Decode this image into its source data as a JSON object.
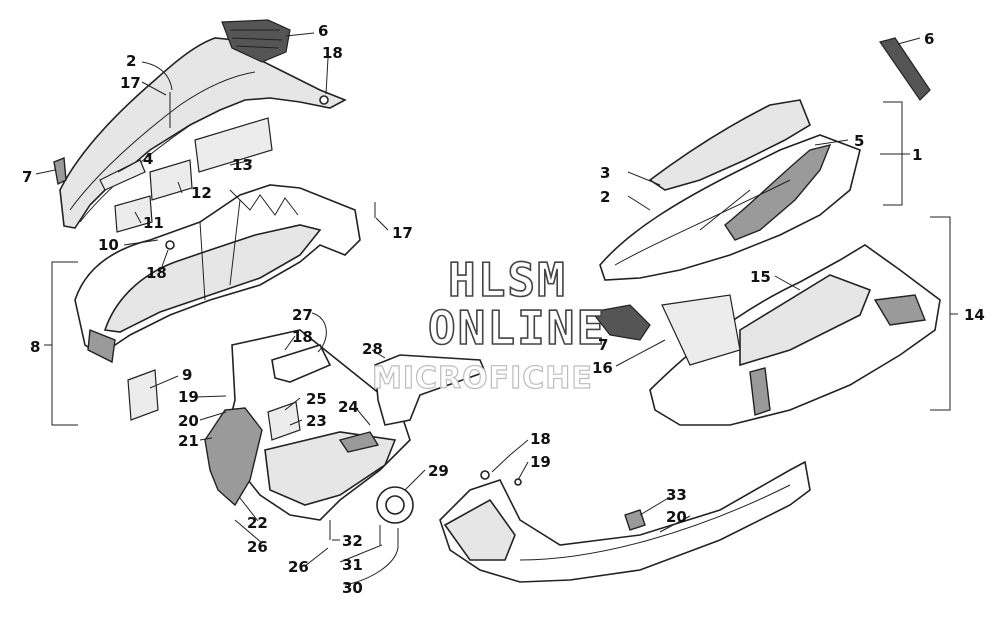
{
  "watermark": {
    "line1": "HLSM",
    "line2": "ONLINE",
    "line3": "MICROFICHE"
  },
  "callouts": {
    "c1": "1",
    "c2a": "2",
    "c2b": "2",
    "c3": "3",
    "c4": "4",
    "c5": "5",
    "c6a": "6",
    "c6b": "6",
    "c7a": "7",
    "c7b": "7",
    "c8": "8",
    "c9": "9",
    "c10": "10",
    "c11": "11",
    "c12": "12",
    "c13": "13",
    "c14": "14",
    "c15": "15",
    "c16": "16",
    "c17a": "17",
    "c17b": "17",
    "c18a": "18",
    "c18b": "18",
    "c18c": "18",
    "c18d": "18",
    "c19a": "19",
    "c19b": "19",
    "c20a": "20",
    "c20b": "20",
    "c21": "21",
    "c22": "22",
    "c23": "23",
    "c24": "24",
    "c25": "25",
    "c26a": "26",
    "c26b": "26",
    "c27": "27",
    "c28": "28",
    "c29": "29",
    "c30": "30",
    "c31": "31",
    "c32": "32",
    "c33": "33"
  }
}
